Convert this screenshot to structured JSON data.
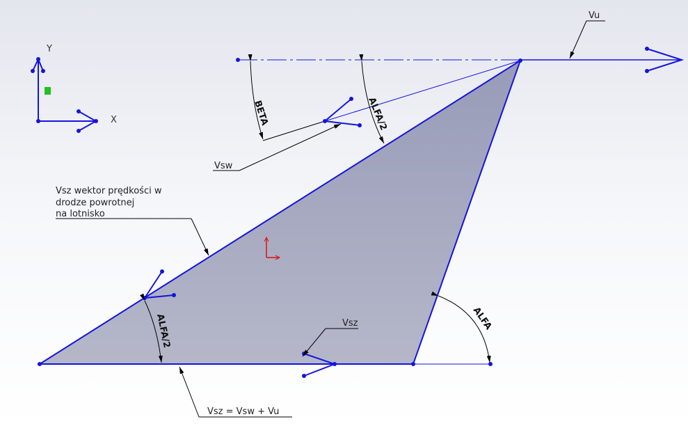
{
  "colors": {
    "sketch": "#1414dc",
    "fill_top": "#989bb8",
    "fill_bottom": "#b5b7c9",
    "annotation": "#000000",
    "origin": "#e01010",
    "highlight": "#22c022"
  },
  "axes": {
    "x_label": "X",
    "y_label": "Y"
  },
  "labels": {
    "vu": "Vu",
    "vsw": "Vsw",
    "vsz": "Vsz",
    "vsz_desc_line1": "Vsz wektor prędkości w",
    "vsz_desc_line2": "drodze powrotnej",
    "vsz_desc_line3": "na lotnisko",
    "equation": "Vsz = Vsw + Vu"
  },
  "dimensions": {
    "beta": "BETA",
    "alfa_half_top": "ALFA/2",
    "alfa_half_bottom": "ALFA/2",
    "alfa": "ALFA"
  }
}
